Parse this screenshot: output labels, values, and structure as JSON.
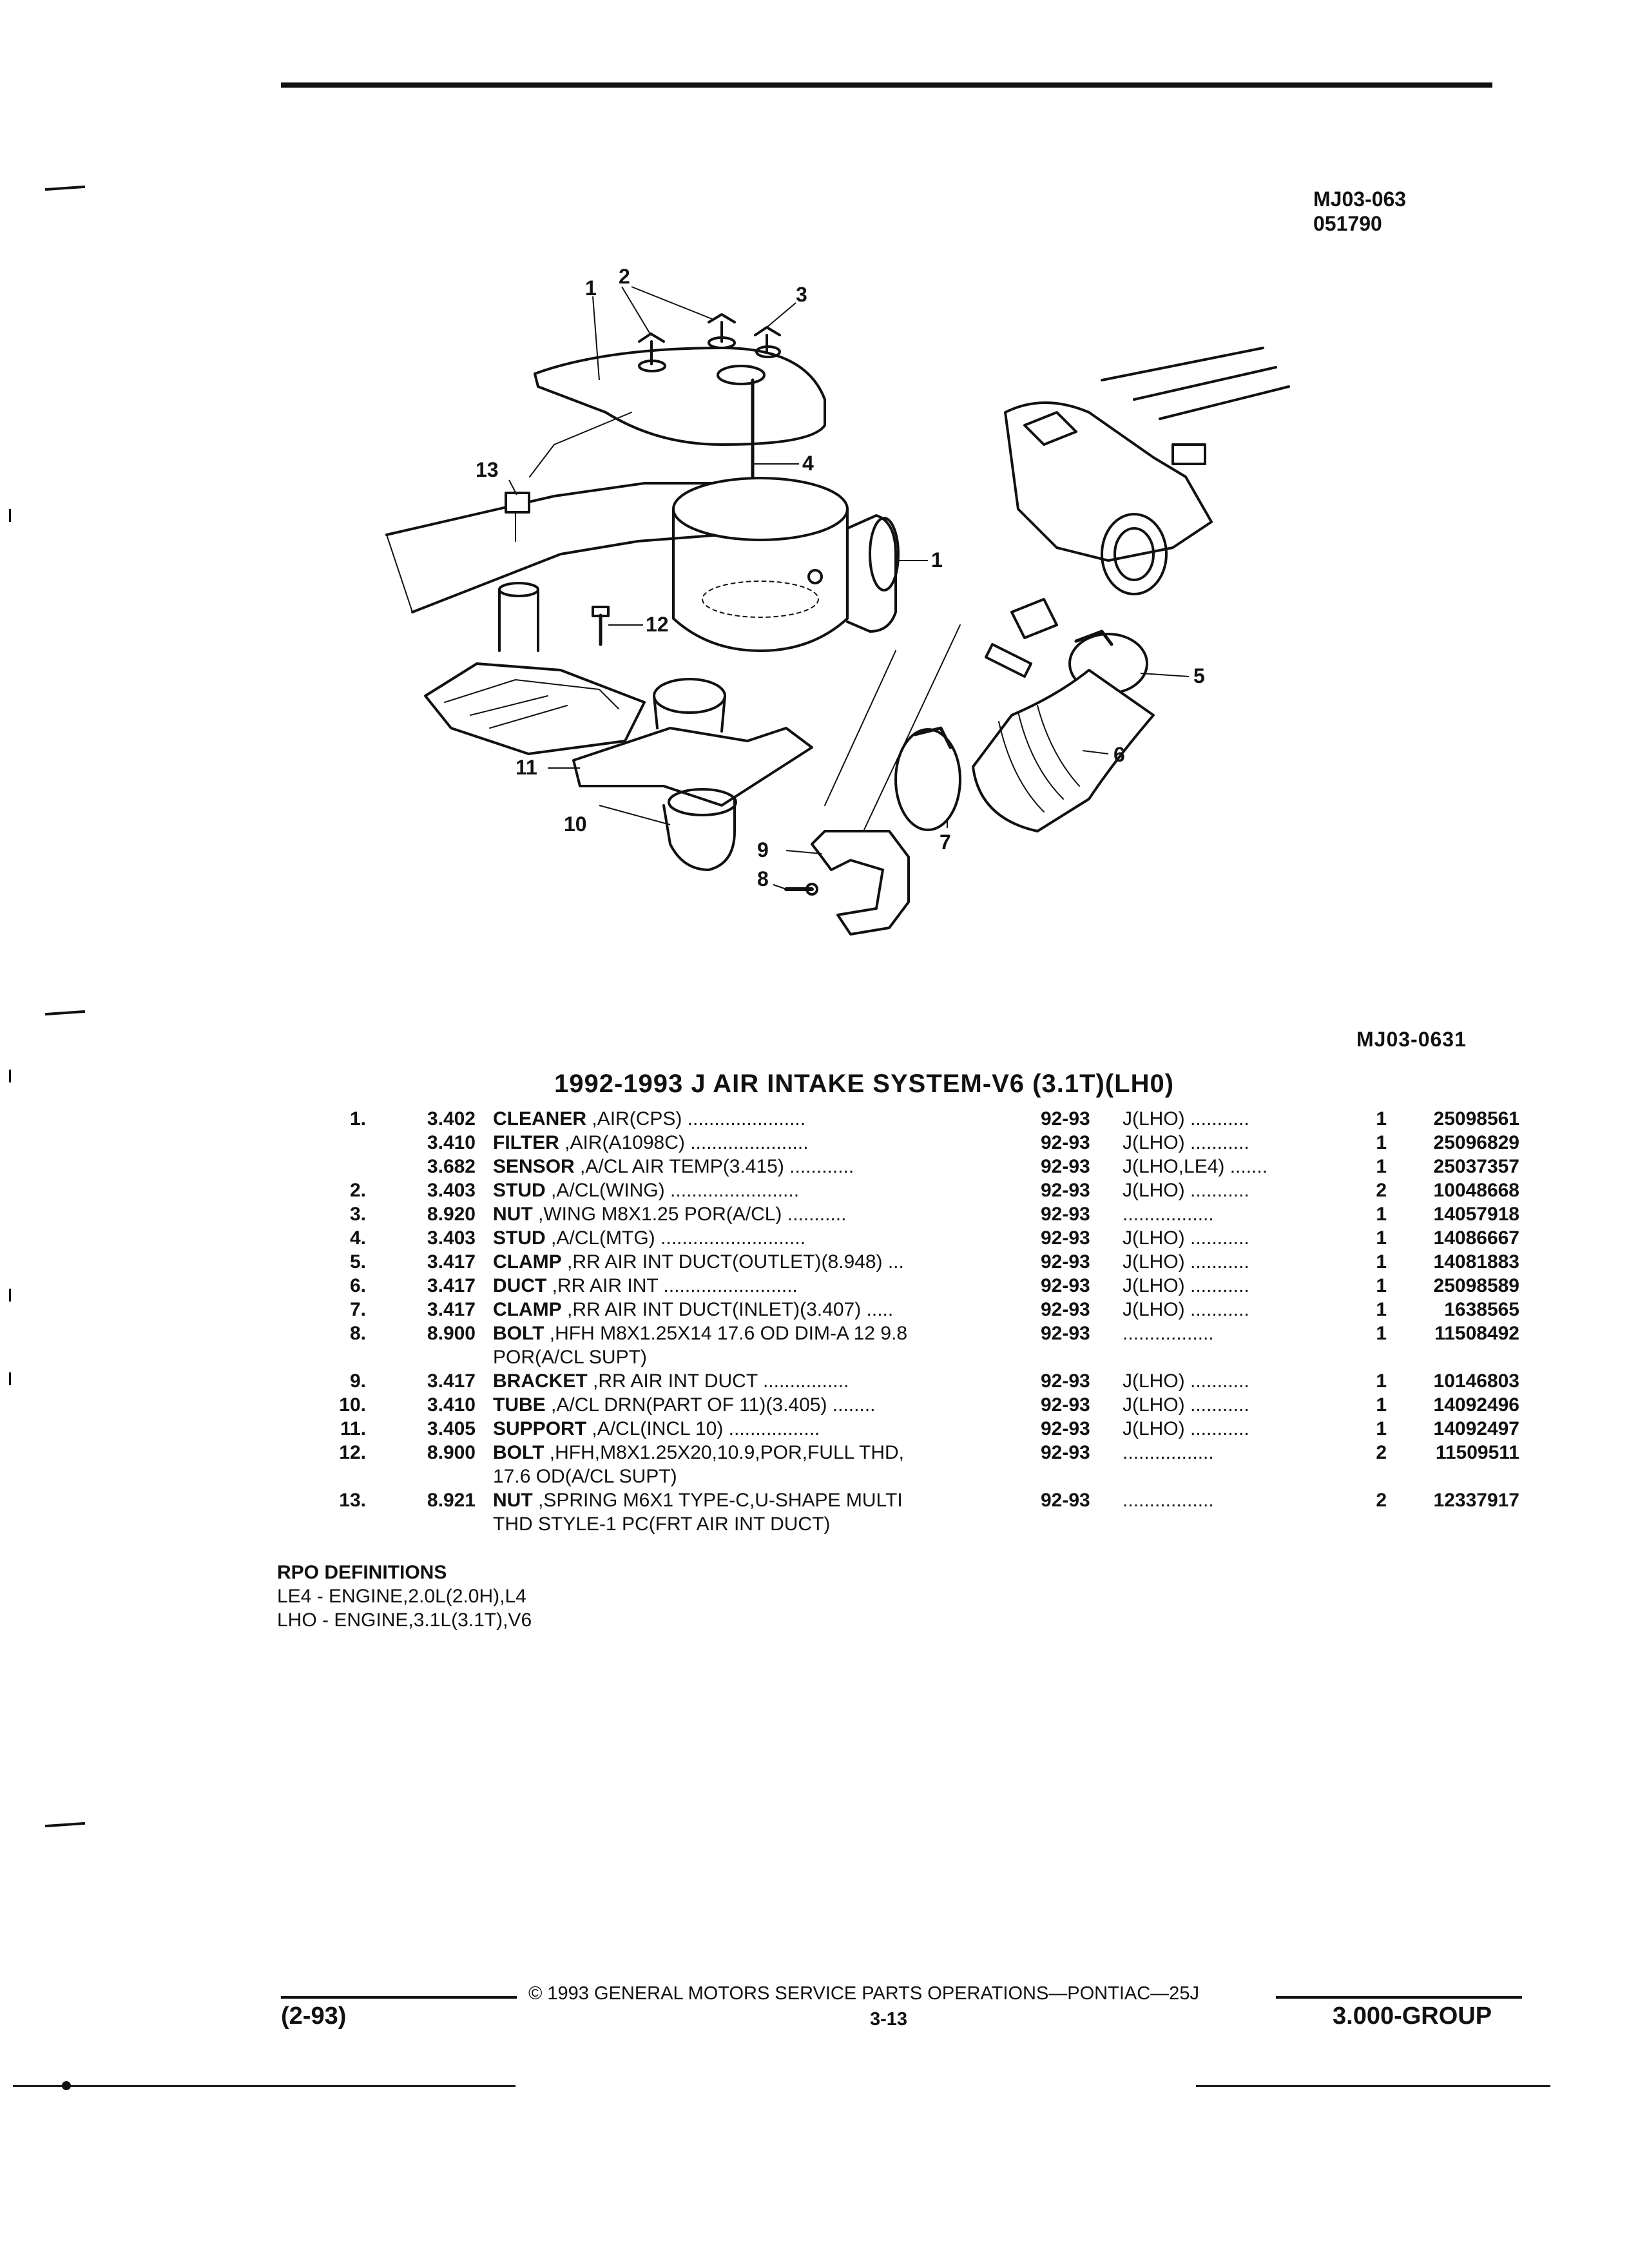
{
  "header": {
    "illustration_id": "MJ03-063",
    "illustration_code": "051790"
  },
  "diagram": {
    "figure_id": "MJ03-0631",
    "callouts": [
      "1",
      "2",
      "3",
      "1",
      "4",
      "13",
      "12",
      "11",
      "10",
      "9",
      "8",
      "7",
      "6",
      "5"
    ]
  },
  "title": "1992-1993 J AIR INTAKE SYSTEM-V6 (3.1T)(LH0)",
  "parts": [
    {
      "ref": "1.",
      "group": "3.402",
      "name": "CLEANER",
      "desc": ",AIR(CPS)",
      "leader": " ......................",
      "years": "92-93",
      "series": "J(LHO) ...........",
      "qty": "1",
      "part_no": "25098561"
    },
    {
      "ref": "",
      "group": "3.410",
      "name": "FILTER",
      "desc": ",AIR(A1098C)",
      "leader": " ......................",
      "years": "92-93",
      "series": "J(LHO) ...........",
      "qty": "1",
      "part_no": "25096829"
    },
    {
      "ref": "",
      "group": "3.682",
      "name": "SENSOR",
      "desc": ",A/CL AIR TEMP(3.415)",
      "leader": " ............",
      "years": "92-93",
      "series": "J(LHO,LE4) .......",
      "qty": "1",
      "part_no": "25037357"
    },
    {
      "ref": "2.",
      "group": "3.403",
      "name": "STUD",
      "desc": ",A/CL(WING)",
      "leader": " ........................",
      "years": "92-93",
      "series": "J(LHO) ...........",
      "qty": "2",
      "part_no": "10048668"
    },
    {
      "ref": "3.",
      "group": "8.920",
      "name": "NUT",
      "desc": ",WING M8X1.25 POR(A/CL)",
      "leader": " ...........",
      "years": "92-93",
      "series": ".................",
      "qty": "1",
      "part_no": "14057918"
    },
    {
      "ref": "4.",
      "group": "3.403",
      "name": "STUD",
      "desc": ",A/CL(MTG)",
      "leader": " ...........................",
      "years": "92-93",
      "series": "J(LHO) ...........",
      "qty": "1",
      "part_no": "14086667"
    },
    {
      "ref": "5.",
      "group": "3.417",
      "name": "CLAMP",
      "desc": ",RR AIR INT DUCT(OUTLET)(8.948)",
      "leader": " ...",
      "years": "92-93",
      "series": "J(LHO) ...........",
      "qty": "1",
      "part_no": "14081883"
    },
    {
      "ref": "6.",
      "group": "3.417",
      "name": "DUCT",
      "desc": ",RR AIR INT",
      "leader": " .........................",
      "years": "92-93",
      "series": "J(LHO) ...........",
      "qty": "1",
      "part_no": "25098589"
    },
    {
      "ref": "7.",
      "group": "3.417",
      "name": "CLAMP",
      "desc": ",RR AIR INT DUCT(INLET)(3.407)",
      "leader": " .....",
      "years": "92-93",
      "series": "J(LHO) ...........",
      "qty": "1",
      "part_no": "1638565"
    },
    {
      "ref": "8.",
      "group": "8.900",
      "name": "BOLT",
      "desc": ",HFH M8X1.25X14 17.6 OD DIM-A 12 9.8",
      "desc2": "POR(A/CL SUPT)",
      "leader": "",
      "years": "92-93",
      "series": ".................",
      "qty": "1",
      "part_no": "11508492"
    },
    {
      "ref": "9.",
      "group": "3.417",
      "name": "BRACKET",
      "desc": ",RR AIR INT DUCT",
      "leader": " ................",
      "years": "92-93",
      "series": "J(LHO) ...........",
      "qty": "1",
      "part_no": "10146803"
    },
    {
      "ref": "10.",
      "group": "3.410",
      "name": "TUBE",
      "desc": ",A/CL DRN(PART OF 11)(3.405)",
      "leader": " ........",
      "years": "92-93",
      "series": "J(LHO) ...........",
      "qty": "1",
      "part_no": "14092496"
    },
    {
      "ref": "11.",
      "group": "3.405",
      "name": "SUPPORT",
      "desc": ",A/CL(INCL 10)",
      "leader": " .................",
      "years": "92-93",
      "series": "J(LHO) ...........",
      "qty": "1",
      "part_no": "14092497"
    },
    {
      "ref": "12.",
      "group": "8.900",
      "name": "BOLT",
      "desc": ",HFH,M8X1.25X20,10.9,POR,FULL THD,",
      "desc2": "17.6 OD(A/CL SUPT)",
      "leader": "",
      "years": "92-93",
      "series": ".................",
      "qty": "2",
      "part_no": "11509511"
    },
    {
      "ref": "13.",
      "group": "8.921",
      "name": "NUT",
      "desc": ",SPRING M6X1 TYPE-C,U-SHAPE MULTI",
      "desc2": "THD STYLE-1 PC(FRT AIR INT DUCT)",
      "leader": "",
      "years": "92-93",
      "series": ".................",
      "qty": "2",
      "part_no": "12337917"
    }
  ],
  "rpo": {
    "heading": "RPO DEFINITIONS",
    "lines": [
      "LE4 - ENGINE,2.0L(2.0H),L4",
      "LHO - ENGINE,3.1L(3.1T),V6"
    ]
  },
  "footer": {
    "copyright": "© 1993 GENERAL MOTORS SERVICE PARTS OPERATIONS—PONTIAC—25J",
    "page": "3-13",
    "revision": "(2-93)",
    "group": "3.000-GROUP"
  }
}
